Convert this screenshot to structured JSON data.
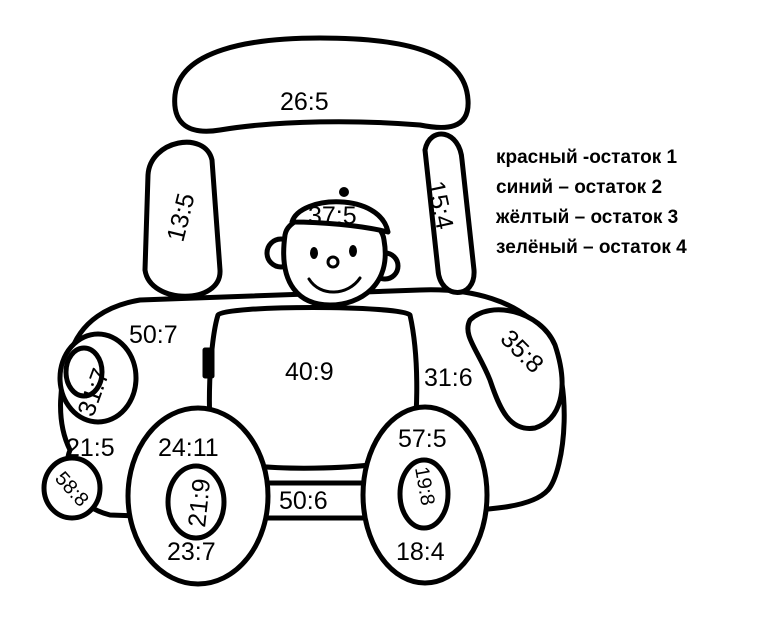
{
  "examples": {
    "roof": "26:5",
    "left_pillar": "13:5",
    "right_pillar": "15:4",
    "cap": "37:5",
    "hood_left": "50:7",
    "headlight": "31:7",
    "window": "40:9",
    "right_panel": "31:6",
    "right_fender": "35:8",
    "left_bumper": "21:5",
    "small_wheel": "58:8",
    "front_wheel_top": "24:11",
    "front_wheel_hub": "21:9",
    "front_wheel_bottom": "23:7",
    "bottom_bar": "50:6",
    "rear_wheel_top": "57:5",
    "rear_wheel_hub": "19:8",
    "rear_wheel_bottom": "18:4"
  },
  "legend": [
    "красный -остаток 1",
    "синий – остаток 2",
    "жёлтый – остаток 3",
    "зелёный – остаток 4"
  ]
}
